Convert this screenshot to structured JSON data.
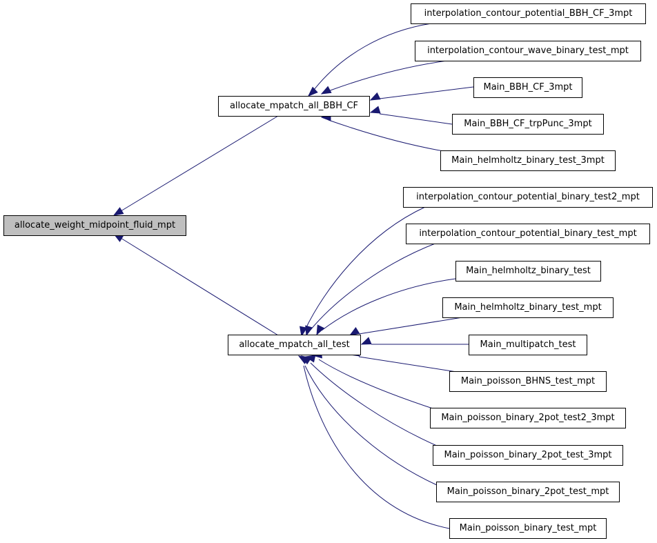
{
  "colors": {
    "edge": "#191970",
    "root_fill": "#bfbfbf",
    "node_fill": "#ffffff",
    "border": "#000000"
  },
  "nodes": {
    "root": "allocate_weight_midpoint_fluid_mpt",
    "bbh": "allocate_mpatch_all_BBH_CF",
    "test": "allocate_mpatch_all_test",
    "b1": "interpolation_contour_potential_BBH_CF_3mpt",
    "b2": "interpolation_contour_wave_binary_test_mpt",
    "b3": "Main_BBH_CF_3mpt",
    "b4": "Main_BBH_CF_trpPunc_3mpt",
    "b5": "Main_helmholtz_binary_test_3mpt",
    "t1": "interpolation_contour_potential_binary_test2_mpt",
    "t2": "interpolation_contour_potential_binary_test_mpt",
    "t3": "Main_helmholtz_binary_test",
    "t4": "Main_helmholtz_binary_test_mpt",
    "t5": "Main_multipatch_test",
    "t6": "Main_poisson_BHNS_test_mpt",
    "t7": "Main_poisson_binary_2pot_test2_3mpt",
    "t8": "Main_poisson_binary_2pot_test_3mpt",
    "t9": "Main_poisson_binary_2pot_test_mpt",
    "t10": "Main_poisson_binary_test_mpt"
  }
}
